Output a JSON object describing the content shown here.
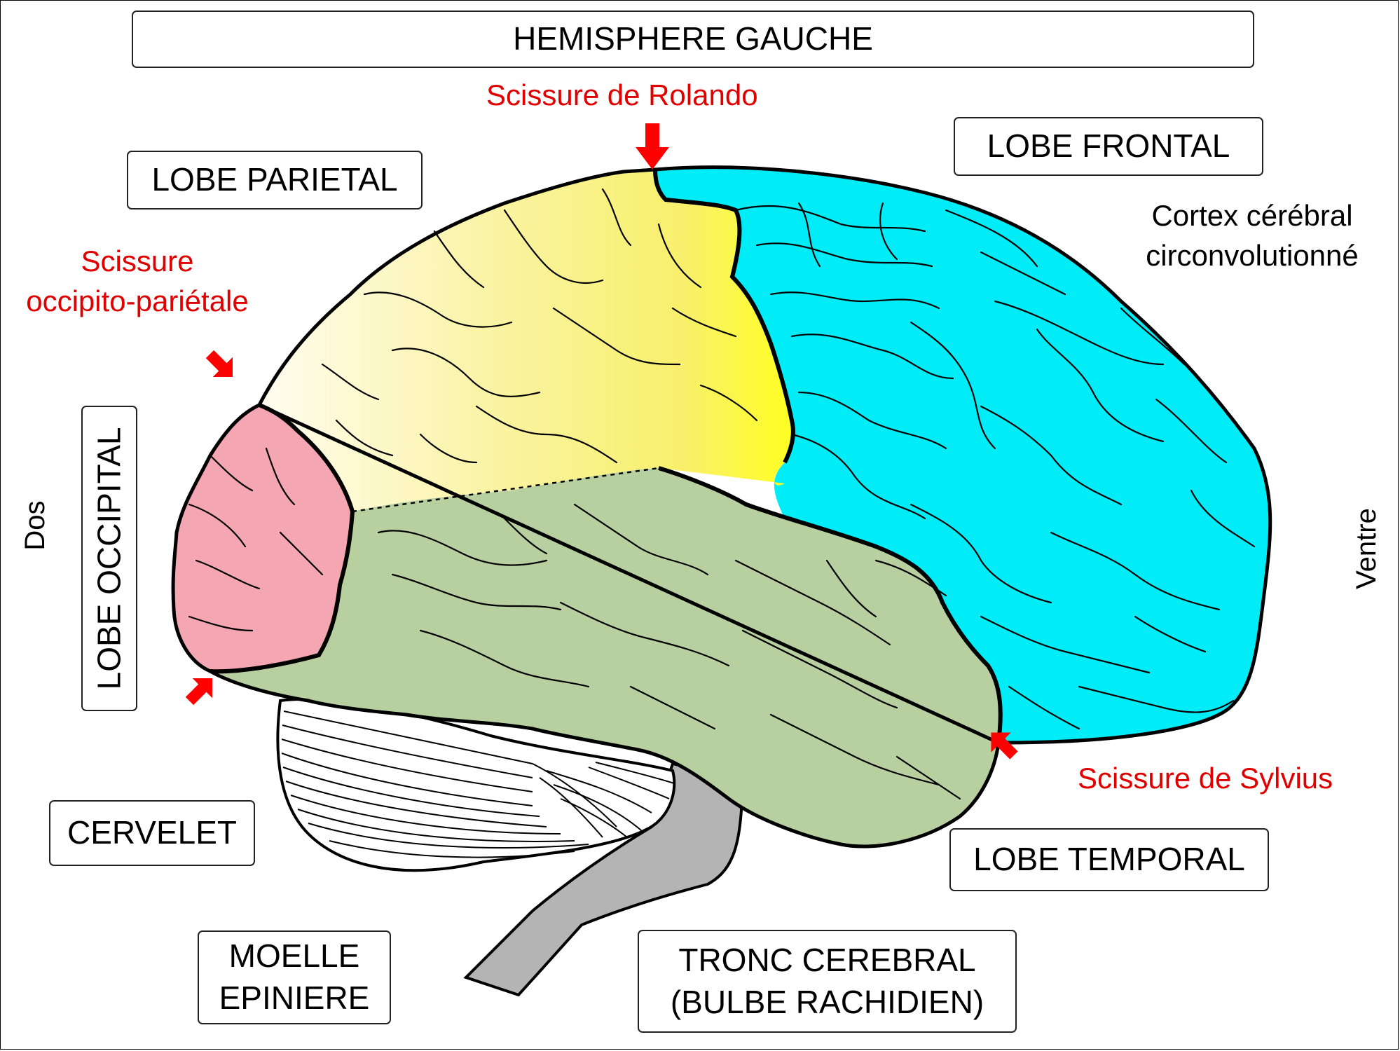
{
  "title": "HEMISPHERE GAUCHE",
  "lobes": {
    "frontal": "LOBE FRONTAL",
    "parietal": "LOBE PARIETAL",
    "occipital": "LOBE OCCIPITAL",
    "temporal": "LOBE TEMPORAL"
  },
  "structures": {
    "cervelet": "CERVELET",
    "moelle": "MOELLE\nEPINIERE",
    "tronc": "TRONC CEREBRAL\n(BULBE RACHIDIEN)"
  },
  "scissures": {
    "rolando": "Scissure de Rolando",
    "occipito_parietale": "Scissure\noccipito-pariétale",
    "sylvius": "Scissure de Sylvius"
  },
  "cortex_note": "Cortex cérébral\ncirconvolutionné",
  "orientation": {
    "dos": "Dos",
    "ventre": "Ventre"
  },
  "colors": {
    "frontal": "#00ecf7",
    "parietal_light": "#fffde6",
    "parietal_mid": "#f9f4a0",
    "parietal_dark": "#ffff2a",
    "occipital": "#f4a6b3",
    "temporal": "#b8cfa0",
    "brainstem": "#b4b4b4",
    "arrow": "#ff0000",
    "label_red": "#e00000"
  }
}
